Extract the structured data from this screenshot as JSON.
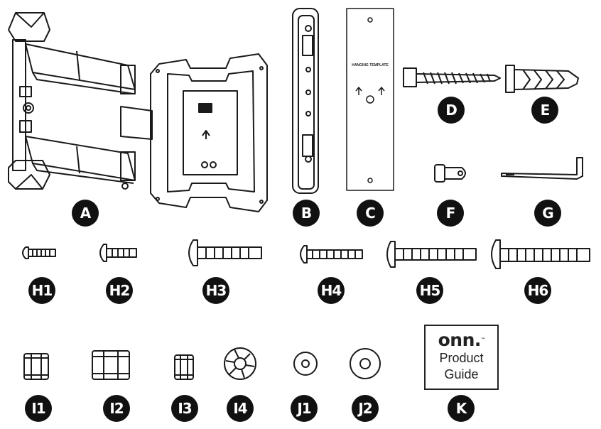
{
  "template_text": "HANGING TEMPLATE",
  "guide": {
    "brand": "onn.",
    "trademark": "™",
    "line1": "Product",
    "line2": "Guide"
  },
  "parts": {
    "A": "A",
    "B": "B",
    "C": "C",
    "D": "D",
    "E": "E",
    "F": "F",
    "G": "G",
    "H1": "H1",
    "H2": "H2",
    "H3": "H3",
    "H4": "H4",
    "H5": "H5",
    "H6": "H6",
    "I1": "I1",
    "I2": "I2",
    "I3": "I3",
    "I4": "I4",
    "J1": "J1",
    "J2": "J2",
    "K": "K"
  }
}
